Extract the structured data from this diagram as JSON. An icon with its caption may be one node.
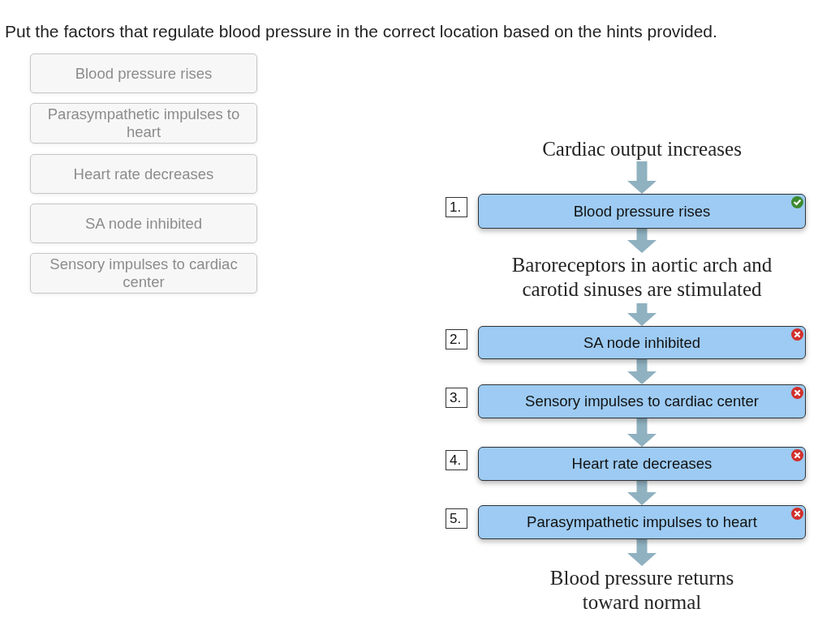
{
  "diagram": {
    "title": "Put the factors that regulate blood pressure in the correct location based on the hints provided.",
    "nodes": [
      {
        "text": [
          "Blood pressure rises"
        ]
      },
      {
        "text": [
          "Parasympathetic impulses to heart"
        ]
      },
      {
        "text": [
          "Heart rate decreases"
        ]
      },
      {
        "text": [
          "SA node inhibited"
        ]
      },
      {
        "text": [
          "Sensory impulses to cardiac center"
        ]
      },
      {
        "text": [
          "Cardiac output increases"
        ]
      },
      {
        "text": [
          "Blood pressure rises"
        ],
        "beside": [
          "1."
        ]
      },
      {
        "text": [
          "Baroreceptors in aortic arch and carotid sinuses are stimulated"
        ]
      },
      {
        "text": [
          "SA node inhibited"
        ],
        "beside": [
          "2."
        ]
      },
      {
        "text": [
          "Sensory impulses to cardiac center"
        ],
        "beside": [
          "3."
        ]
      },
      {
        "text": [
          "Heart rate decreases"
        ],
        "beside": [
          "4."
        ]
      },
      {
        "text": [
          "Parasympathetic impulses to heart"
        ],
        "beside": [
          "5."
        ]
      },
      {
        "text": [
          "Blood pressure returns toward normal"
        ]
      }
    ],
    "edges": [
      {
        "from": 5,
        "to": 6,
        "arrow": "to"
      },
      {
        "from": 6,
        "to": 7,
        "arrow": "to"
      },
      {
        "from": 7,
        "to": 8,
        "arrow": "to"
      },
      {
        "from": 8,
        "to": 9,
        "arrow": "to"
      },
      {
        "from": 9,
        "to": 10,
        "arrow": "to"
      },
      {
        "from": 10,
        "to": 11,
        "arrow": "to"
      },
      {
        "from": 11,
        "to": 12,
        "arrow": "to"
      }
    ]
  }
}
